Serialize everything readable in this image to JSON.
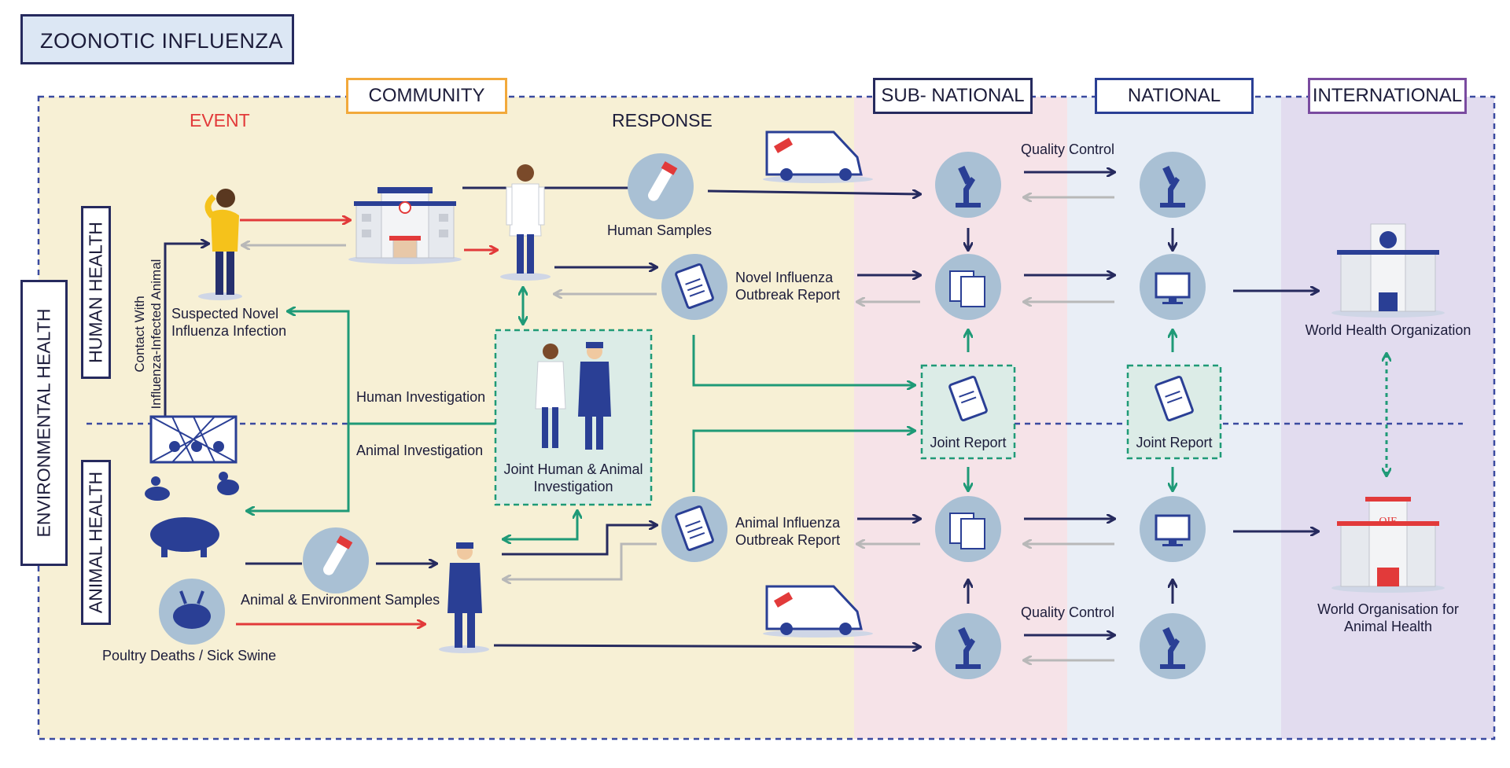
{
  "title": "ZOONOTIC INFLUENZA",
  "columns": {
    "community": "COMMUNITY",
    "sub_national": "SUB- NATIONAL",
    "national": "NATIONAL",
    "international": "INTERNATIONAL"
  },
  "headers": {
    "event": "EVENT",
    "response": "RESPONSE"
  },
  "rows": {
    "environmental": "ENVIRONMENTAL HEALTH",
    "human": "HUMAN HEALTH",
    "animal": "ANIMAL HEALTH"
  },
  "labels": {
    "contact": "Contact With\nInfluenza-Infected Animal",
    "suspected": "Suspected Novel\nInfluenza Infection",
    "human_samples": "Human Samples",
    "novel_report": "Novel Influenza\nOutbreak Report",
    "human_investigation": "Human Investigation",
    "animal_investigation": "Animal Investigation",
    "joint_investigation": "Joint Human & Animal\nInvestigation",
    "animal_report": "Animal Influenza\nOutbreak Report",
    "animal_samples": "Animal & Environment Samples",
    "poultry": "Poultry Deaths / Sick Swine",
    "quality_control_top": "Quality Control",
    "quality_control_bottom": "Quality Control",
    "joint_report_sub": "Joint Report",
    "joint_report_nat": "Joint Report",
    "who": "World Health Organization",
    "oie": "World Organisation for\nAnimal Health",
    "oie_logo": "OIE"
  },
  "colors": {
    "navy": "#262a5e",
    "red": "#e23a3a",
    "green": "#1f9a77",
    "gray": "#b8b8b8",
    "community_bg": "#f7f0d5",
    "subnational_bg": "#f6e3e8",
    "national_bg": "#e9eef6",
    "international_bg": "#e2dcef"
  }
}
